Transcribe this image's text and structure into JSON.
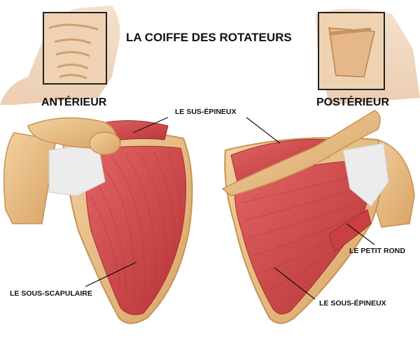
{
  "title": "LA COIFFE DES ROTATEURS",
  "views": {
    "anterior": "ANTÉRIEUR",
    "posterior": "POSTÉRIEUR"
  },
  "labels": {
    "supraspinatus": "LE SUS-ÉPINEUX",
    "subscapularis": "LE SOUS-SCAPULAIRE",
    "teres_minor": "LE PETIT ROND",
    "infraspinatus": "LE SOUS-ÉPINEUX"
  },
  "colors": {
    "muscle": "#d9504f",
    "muscle_dark": "#b8383a",
    "bone": "#e9c08a",
    "bone_edge": "#c89254",
    "tendon": "#eeeeee",
    "text": "#111111"
  }
}
